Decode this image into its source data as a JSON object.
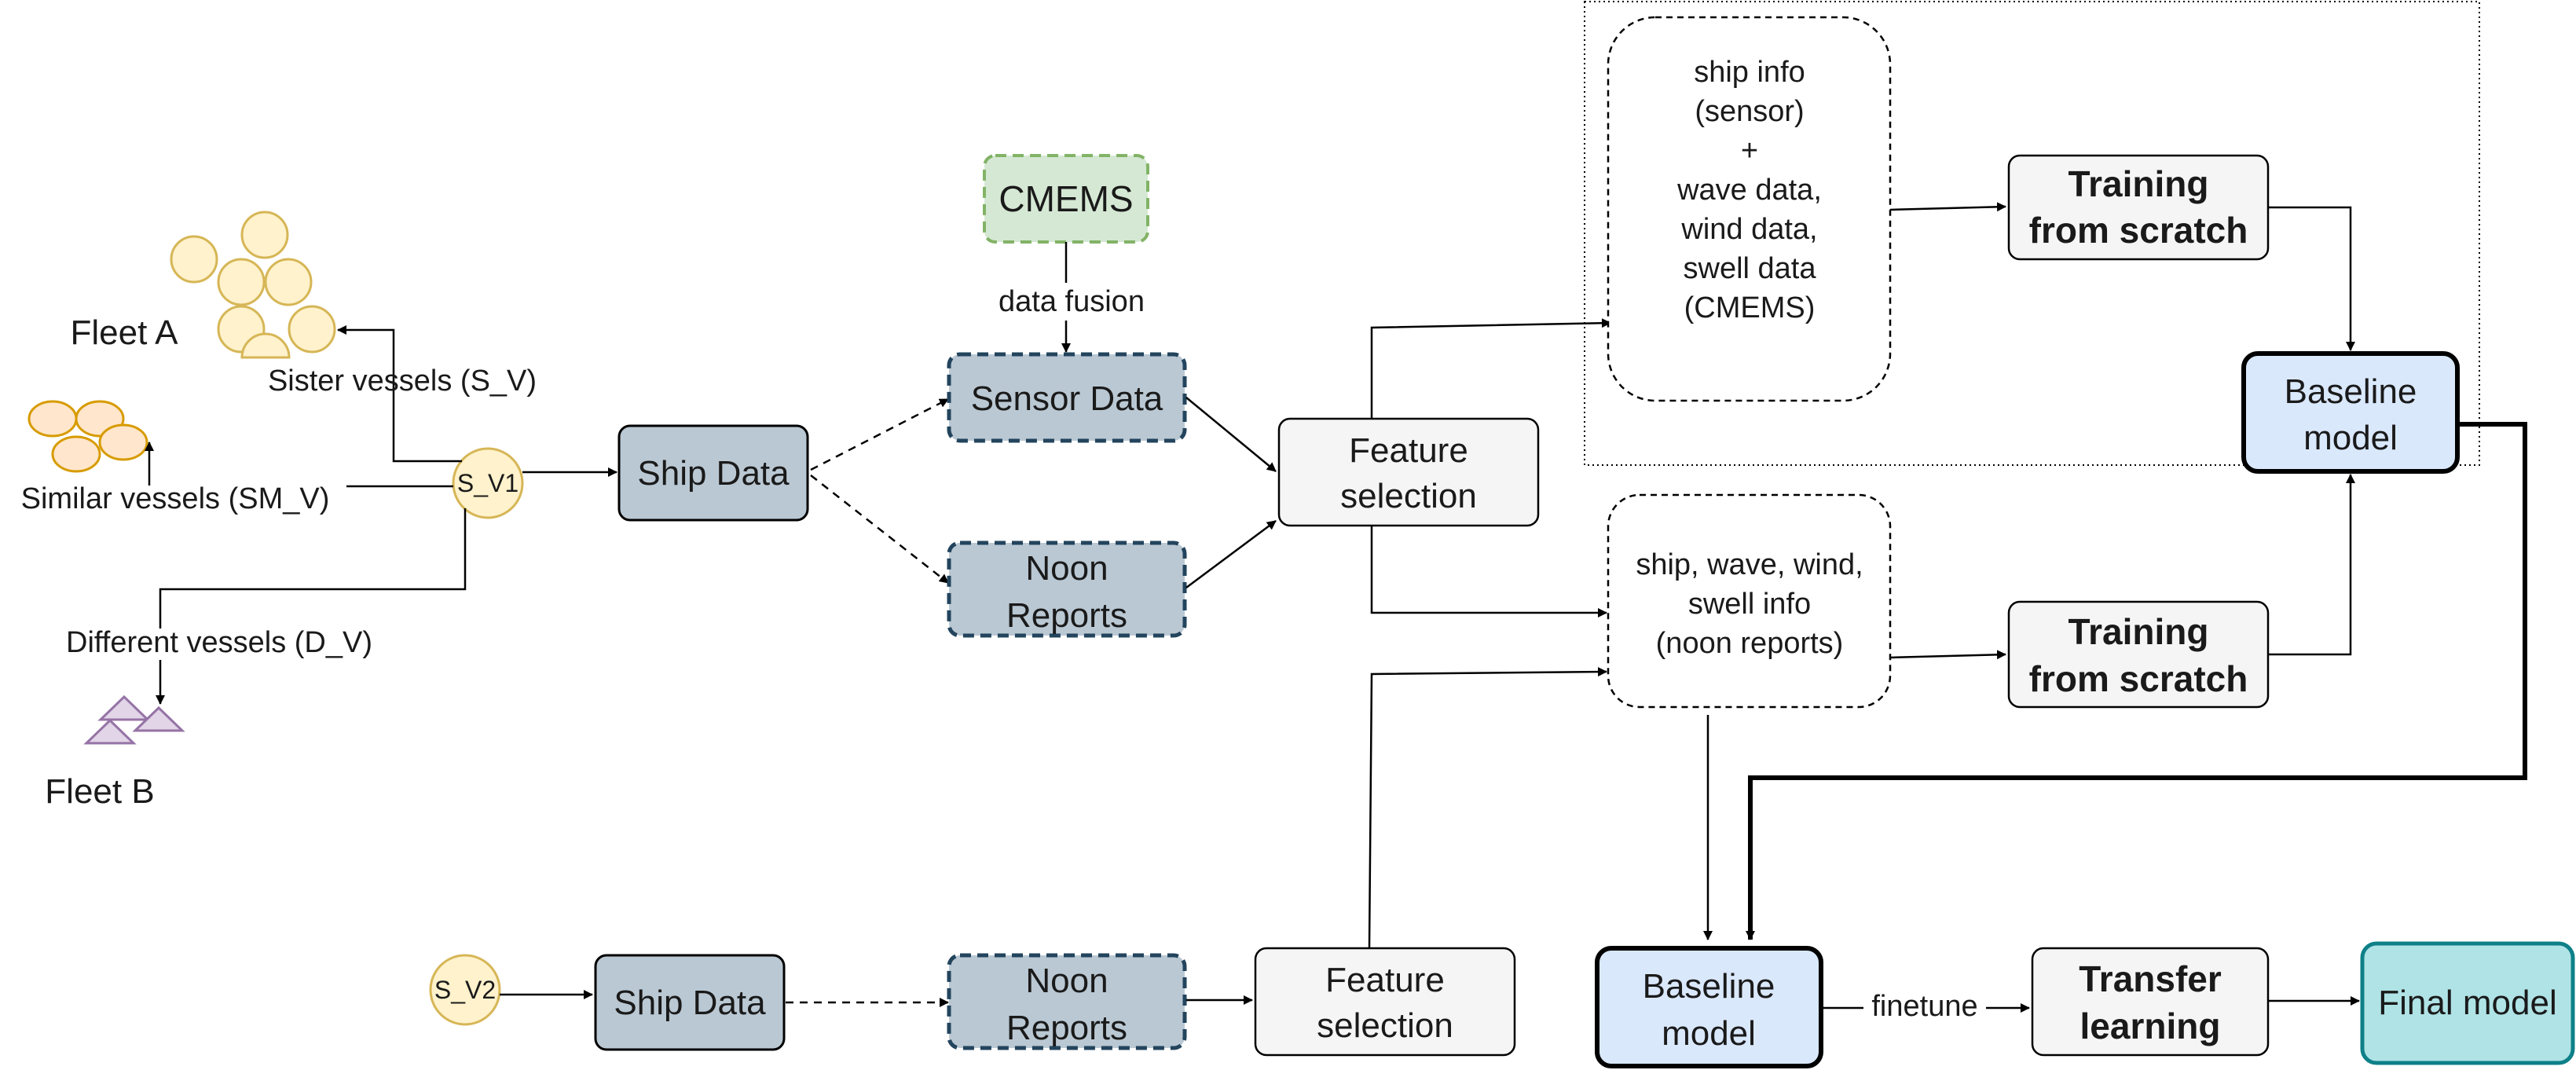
{
  "fleet_a": {
    "label": "Fleet A",
    "link_label": "Sister vessels (S_V)"
  },
  "fleet_sm": {
    "link_label": "Similar vessels (SM_V)"
  },
  "fleet_b": {
    "label": "Fleet B",
    "link_label": "Different vessels (D_V)"
  },
  "vessel1": {
    "label": "S_V1"
  },
  "vessel2": {
    "label": "S_V2"
  },
  "ship_data_top": {
    "label": "Ship Data"
  },
  "ship_data_bottom": {
    "label": "Ship Data"
  },
  "cmems": {
    "label": "CMEMS"
  },
  "data_fusion": {
    "label": "data fusion"
  },
  "sensor_data": {
    "label": "Sensor Data"
  },
  "noon_reports_top": {
    "line1": "Noon",
    "line2": "Reports"
  },
  "noon_reports_bottom": {
    "line1": "Noon",
    "line2": "Reports"
  },
  "feature_selection_top": {
    "line1": "Feature",
    "line2": "selection"
  },
  "feature_selection_bottom": {
    "line1": "Feature",
    "line2": "selection"
  },
  "sensor_info": {
    "lines": [
      "ship info",
      "(sensor)",
      "+",
      "wave data,",
      "wind data,",
      "swell data",
      "(CMEMS)"
    ]
  },
  "noon_info": {
    "lines": [
      "ship, wave, wind,",
      "swell info",
      "(noon reports)"
    ]
  },
  "training_top": {
    "line1": "Training",
    "line2": "from scratch"
  },
  "training_bottom": {
    "line1": "Training",
    "line2": "from scratch"
  },
  "baseline_top": {
    "line1": "Baseline",
    "line2": "model"
  },
  "baseline_bottom": {
    "line1": "Baseline",
    "line2": "model"
  },
  "finetune": {
    "label": "finetune"
  },
  "transfer": {
    "line1": "Transfer",
    "line2": "learning"
  },
  "final_model": {
    "label": "Final model"
  },
  "colors": {
    "vessel_fill": "#fff2cc",
    "vessel_stroke": "#d6b656",
    "similar_fill": "#ffe6cc",
    "similar_stroke": "#d79b00",
    "triangle_fill": "#e1d5e7",
    "triangle_stroke": "#9673a6",
    "ship_data_fill": "#bac8d3",
    "cmems_fill": "#d5e8d4",
    "cmems_stroke": "#82b366",
    "dashed_box_stroke": "#23445d",
    "feature_fill": "#f5f5f5",
    "baseline_fill": "#dae8fc",
    "final_fill": "#b0e3e6",
    "final_stroke": "#0e8088"
  }
}
